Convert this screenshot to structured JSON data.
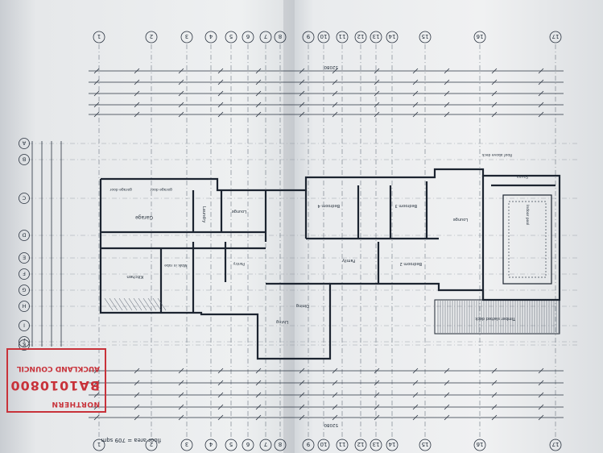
{
  "sheet": {
    "grid_top": [
      "1",
      "2",
      "3",
      "4",
      "5",
      "6",
      "7",
      "8",
      "9",
      "10",
      "11",
      "12",
      "13",
      "14",
      "15",
      "16",
      "17"
    ],
    "grid_left": [
      "A",
      "B",
      "C",
      "D",
      "E",
      "F",
      "G",
      "H",
      "I",
      "J",
      "K"
    ],
    "overall_dimension_top": "52080",
    "overall_dimension_bottom": "52080"
  },
  "rooms": {
    "garage": "Garage",
    "laundry": "Laundry",
    "lounge": "Lounge",
    "bedroom_4": "Bedroom 4",
    "bedroom_3": "Bedroom 3",
    "bedroom_2": "Bedroom 2",
    "family": "Family",
    "dining": "Dining",
    "living": "Living",
    "kitchen": "Kitchen",
    "walk_in_robe": "Walk in robe",
    "pantry": "Pantry",
    "pool": "Indoor pool",
    "sauna": "Sauna",
    "timber_deck": "Timber slatted deck",
    "roof_above": "Roof above deck",
    "garage_door_1": "garage door",
    "garage_door_2": "garage door"
  },
  "stamp": {
    "council": "AUCKLAND COUNCIL",
    "number": "BA1010800",
    "region": "NORTHERN"
  },
  "footer": {
    "floor_area": "floor area = 709 sqm"
  }
}
